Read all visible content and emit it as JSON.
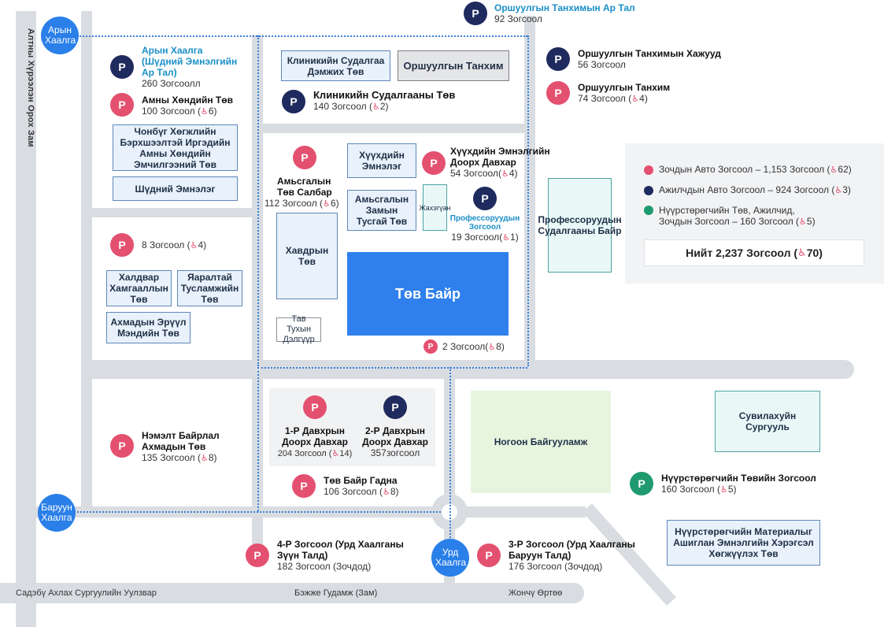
{
  "roads": {
    "left_vertical": "Алтны Хүрээлэн Орох Зам",
    "bottom_left": "Садэбү Ахлах Сургуулийн Уулзвар",
    "bottom_middle": "Бэжже Гудамж (Зам)",
    "bottom_right": "Жончү Өртөө"
  },
  "gates": {
    "north": "Арын Хаалга",
    "west": "Баруун Хаалга",
    "south": "Урд Хаалга"
  },
  "buildings": {
    "clinical_trial": "Клиникийн Судалгаа Дэмжих Төв",
    "research_hall": "Оршуулгын Танхим",
    "dental_complex": "Чонбүг Хөгжлийн Бэрхшээлтэй Иргэдийн Амны Хөндийн Эмчилгээний Төв",
    "sudnii": "Шүдний Эмнэлэг",
    "child": "Хүүхдийн Эмнэлэг",
    "respiratory": "Амьсгалын Замын Тусгай Төв",
    "jakhugan": "Жахэгүан",
    "cancer": "Хавдрын Төв",
    "main": "Төв Байр",
    "store": "Тав Тухын Дэлгүүр",
    "professor": "Профессоруудын Судалгааны Байр",
    "trauma": "Халдвар Хамгааллын Төв",
    "emergency": "Яаралтай Тусламжийн Төв",
    "health": "Ахмадын Эрүүл Мэндийн Төв",
    "green": "Ногоон Байгууламж",
    "nursing": "Сувилахуйн Сургууль",
    "materials": "Нүүрстөрөгчийн Материалыг Ашиглан Эмнэлгийн Хэрэгсэл Хөгжүүлэх Төв"
  },
  "parking": [
    {
      "title": "Оршуулгын Танхимын Ар Тал",
      "count": "92 Зогсоол",
      "acc": ""
    },
    {
      "title": "Арын Хаалга (Шүдний Эмнэлгийн Ар Тал)",
      "count": "260 Зогсоолл",
      "acc": ""
    },
    {
      "title": "Амны Хөндийн Төв",
      "count": "100 Зогсоол (",
      "acc": "6)"
    },
    {
      "title": "Клиникийн Судалгааны Төв",
      "count": "140 Зогсоол (",
      "acc": "2)"
    },
    {
      "title": "Оршуулгын Танхимын Хажууд",
      "count": "56 Зогсоол",
      "acc": ""
    },
    {
      "title": "Оршуулгын Танхим",
      "count": "74 Зогсоол (",
      "acc": "4)"
    },
    {
      "title": "Амьсгалын Төв Салбар",
      "count": "112 Зогсоол (",
      "acc": "6)"
    },
    {
      "title": "Хүүхдийн Эмнэлгийн Доорх Давхар",
      "count": "54 Зогсоол(",
      "acc": "4)"
    },
    {
      "title": "Профессоруудын Зогсоол",
      "count": "19 Зогсоол(",
      "acc": "1)"
    },
    {
      "title": "",
      "count": "8 Зогсоол (",
      "acc": "4)"
    },
    {
      "title": "",
      "count": "2 Зогсоол(",
      "acc": "8)"
    },
    {
      "title": "1-Р Давхрын Доорх Давхар",
      "count": "204 Зогсоол (",
      "acc": "14)"
    },
    {
      "title": "2-Р Давхрын Доорх Давхар",
      "count": "357зогсоол",
      "acc": ""
    },
    {
      "title": "Нэмэлт Байрлал Ахмадын Төв",
      "count": "135 Зогсоол (",
      "acc": "8)"
    },
    {
      "title": "Төв Байр Гадна",
      "count": "106 Зогсоол (",
      "acc": "8)"
    },
    {
      "title": "Нүүрстөрөгчийн Төвийн Зогсоол",
      "count": "160 Зогсоол (",
      "acc": "5)"
    },
    {
      "title": "4-Р Зогсоол (Урд Хаалганы Зүүн Талд)",
      "count": "182 Зогсоол (Зочдод)",
      "acc": ""
    },
    {
      "title": "3-Р Зогсоол (Урд Хаалганы Баруун Талд)",
      "count": "176 Зогсоол (Зочдод)",
      "acc": ""
    }
  ],
  "pin_glyph": "P",
  "acc_icon": "♿",
  "legend": {
    "items": [
      {
        "text": "Зочдын Авто Зогсоол – 1,153 Зогсоол (",
        "acc": "62)",
        "color": "#e4506f"
      },
      {
        "text": "Ажилчдын Авто Зогсоол – 924 Зогсоол (",
        "acc": "3)",
        "color": "#1f2a5e"
      },
      {
        "text": "Нүүрстөрөгчийн Төв, Ажилчид, Зочдын Зогсоол – 160 Зогсоол  (",
        "acc": "5)",
        "color": "#1f9a6f"
      }
    ],
    "total": "Нийт 2,237 Зогсоол (",
    "total_acc": "70)"
  },
  "colors": {
    "visitor": "#e4506f",
    "staff": "#1f2a5e",
    "carbon": "#1f9a6f",
    "gate": "#2a7fe8",
    "main": "#2f80ed"
  }
}
